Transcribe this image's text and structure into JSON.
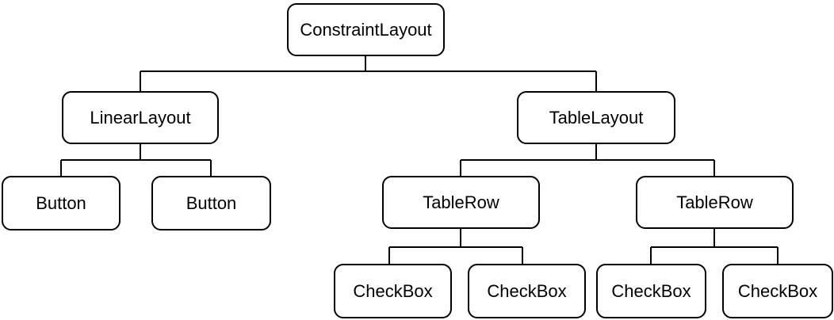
{
  "diagram": {
    "type": "tree",
    "root": {
      "label": "ConstraintLayout",
      "linear_layout": {
        "label": "LinearLayout",
        "children": [
          "Button",
          "Button"
        ]
      },
      "table_layout": {
        "label": "TableLayout",
        "rows": [
          {
            "label": "TableRow",
            "children": [
              "CheckBox",
              "CheckBox"
            ]
          },
          {
            "label": "TableRow",
            "children": [
              "CheckBox",
              "CheckBox"
            ]
          }
        ]
      }
    }
  },
  "colors": {
    "stroke": "#000000",
    "fill": "#ffffff",
    "text": "#000000"
  }
}
